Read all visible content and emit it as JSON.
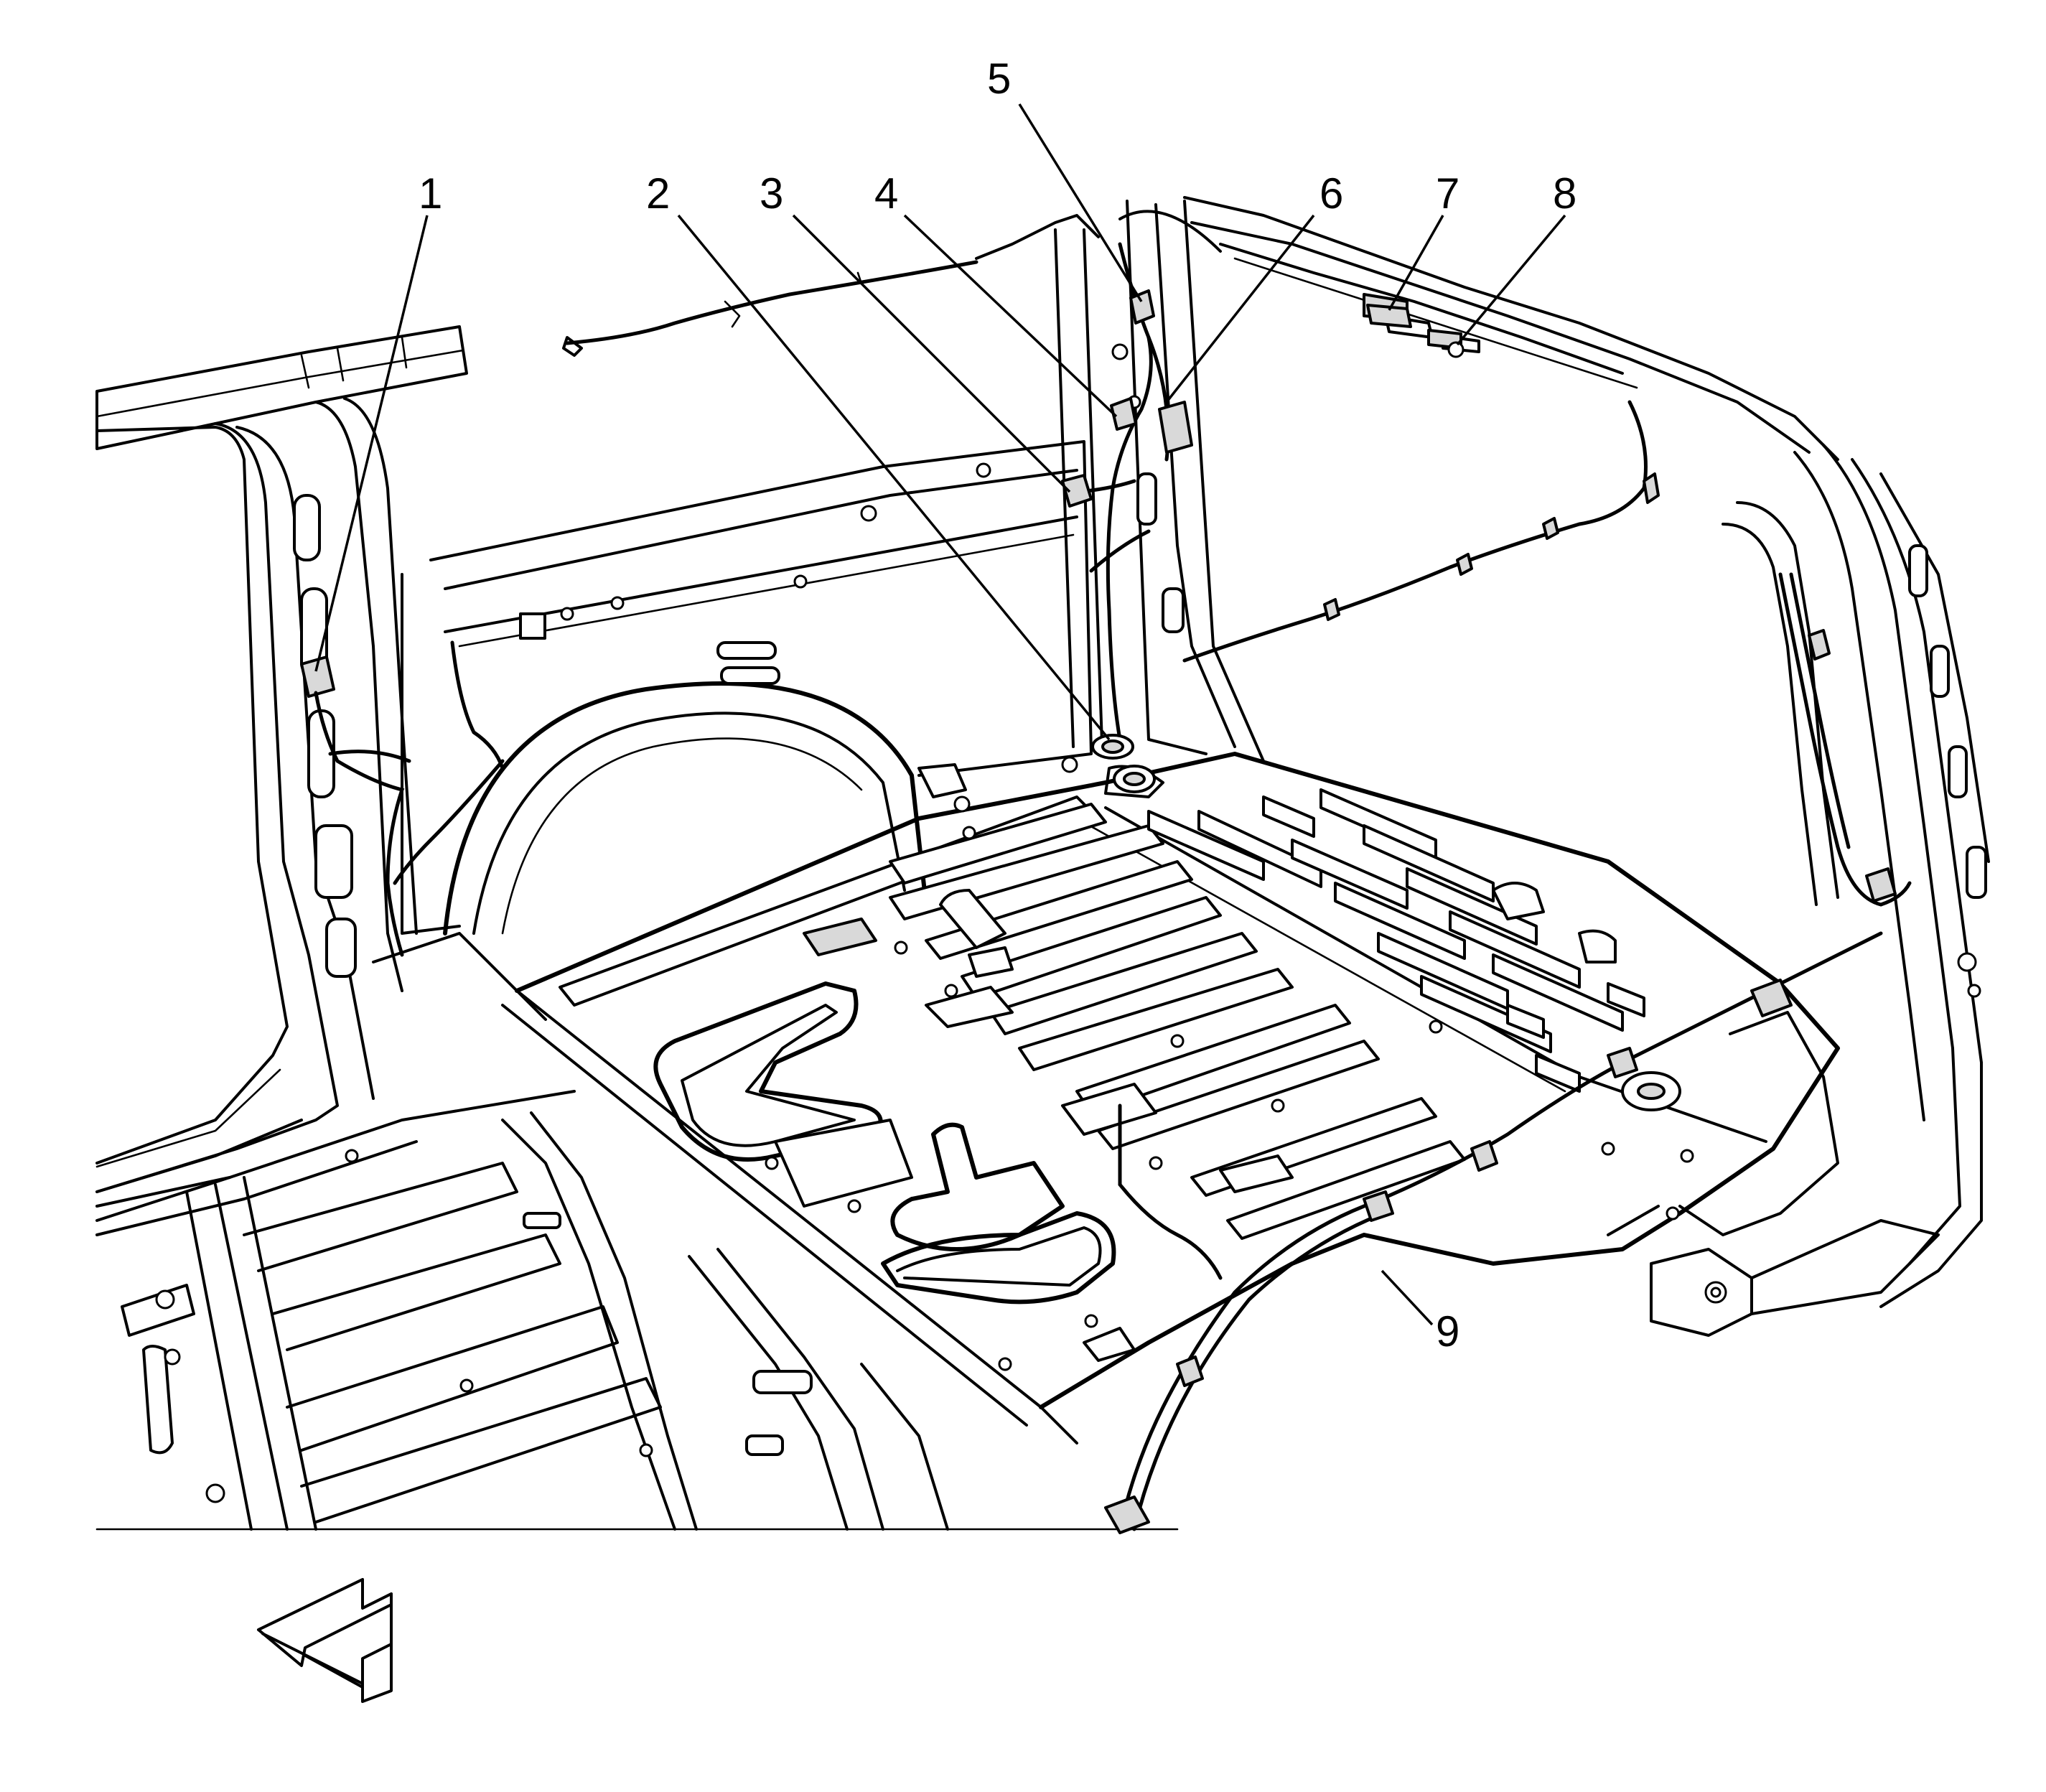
{
  "callouts": [
    {
      "id": "1",
      "label": "1"
    },
    {
      "id": "2",
      "label": "2"
    },
    {
      "id": "3",
      "label": "3"
    },
    {
      "id": "4",
      "label": "4"
    },
    {
      "id": "5",
      "label": "5"
    },
    {
      "id": "6",
      "label": "6"
    },
    {
      "id": "7",
      "label": "7"
    },
    {
      "id": "8",
      "label": "8"
    },
    {
      "id": "9",
      "label": "9"
    }
  ],
  "icons": {
    "orientation": "front-direction-arrow-icon"
  },
  "colors": {
    "line": "#000000",
    "background": "#ffffff"
  }
}
